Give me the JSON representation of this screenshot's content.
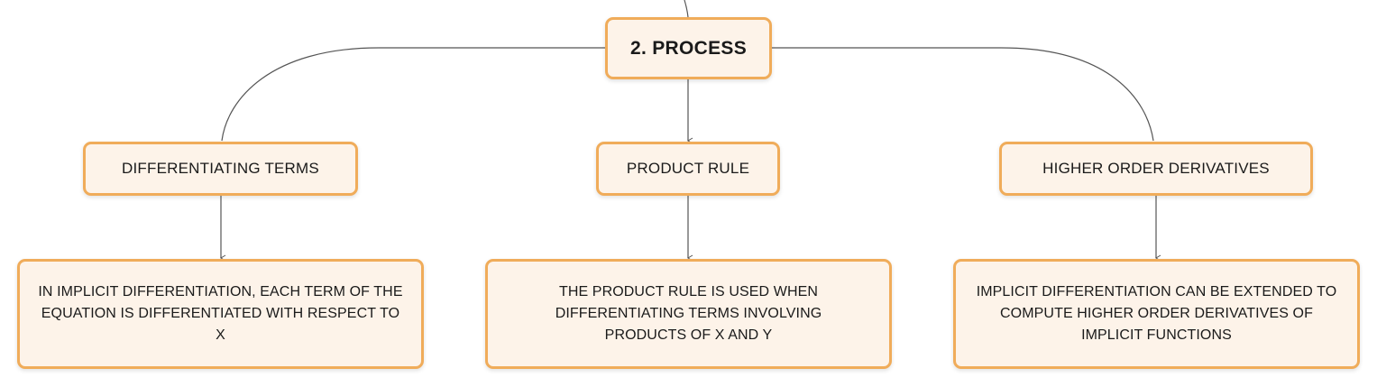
{
  "colors": {
    "node_border": "#f0ac5a",
    "node_fill": "#fdf3e9",
    "connector": "#555555"
  },
  "root": {
    "label": "2. PROCESS"
  },
  "topics": [
    {
      "label": "DIFFERENTIATING TERMS",
      "detail": "IN IMPLICIT DIFFERENTIATION, EACH TERM OF THE EQUATION IS DIFFERENTIATED WITH RESPECT TO X"
    },
    {
      "label": "PRODUCT RULE",
      "detail": "THE PRODUCT RULE IS USED WHEN DIFFERENTIATING TERMS INVOLVING PRODUCTS OF X AND Y"
    },
    {
      "label": "HIGHER ORDER DERIVATIVES",
      "detail": "IMPLICIT DIFFERENTIATION CAN BE EXTENDED TO COMPUTE HIGHER ORDER DERIVATIVES OF IMPLICIT FUNCTIONS"
    }
  ]
}
